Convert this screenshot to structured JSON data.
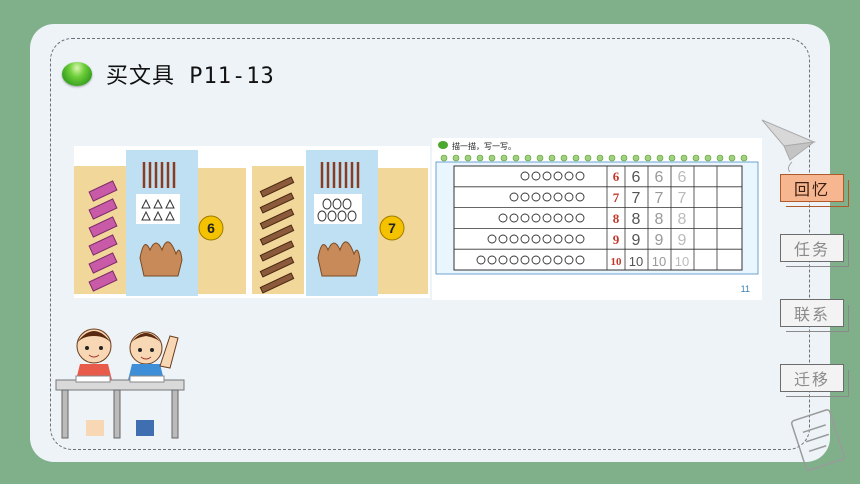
{
  "slide": {
    "title": "买文具 P11-13"
  },
  "textbook": {
    "left": {
      "badges": [
        "6",
        "7"
      ]
    },
    "right": {
      "instruction": "描一描，写一写。",
      "rows": [
        {
          "circles": 6,
          "number": "6"
        },
        {
          "circles": 7,
          "number": "7"
        },
        {
          "circles": 8,
          "number": "8"
        },
        {
          "circles": 9,
          "number": "9"
        },
        {
          "circles": 10,
          "number": "10"
        }
      ],
      "page_number": "11"
    }
  },
  "nav": {
    "items": [
      {
        "label": "回忆",
        "active": true
      },
      {
        "label": "任务",
        "active": false
      },
      {
        "label": "联系",
        "active": false
      },
      {
        "label": "迁移",
        "active": false
      }
    ]
  },
  "colors": {
    "background": "#7fb08a",
    "card": "#eef3f8",
    "active_tab": "#f5b690",
    "accent_red": "#c0392b"
  }
}
